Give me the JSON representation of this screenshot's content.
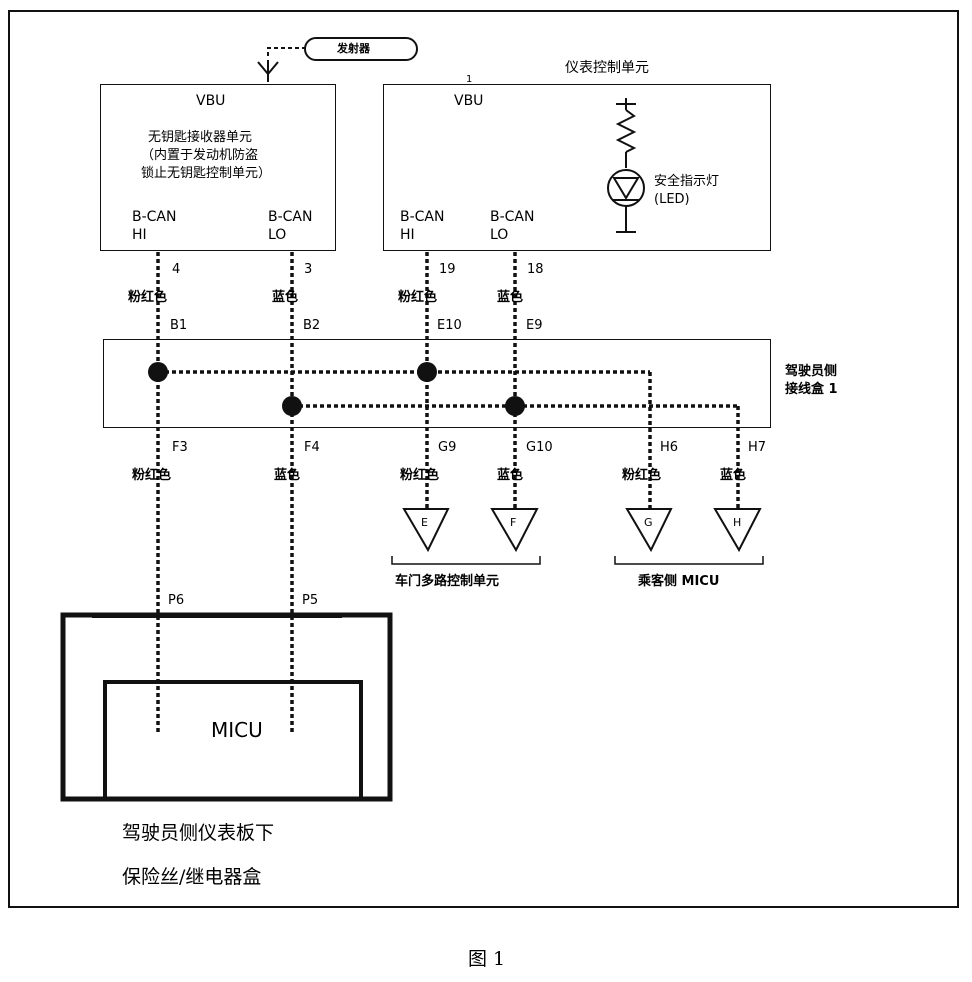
{
  "antenna": {
    "label": "发射器"
  },
  "module_left": {
    "name": "VBU",
    "desc_line1": "无钥匙接收器单元",
    "desc_line2": "（内置于发动机防盗",
    "desc_line3": "锁止无钥匙控制单元）",
    "pin_hi": "B-CAN",
    "pin_hi2": "HI",
    "pin_lo": "B-CAN",
    "pin_lo2": "LO"
  },
  "module_right": {
    "title": "仪表控制单元",
    "mark": "1",
    "name": "VBU",
    "pin_hi": "B-CAN",
    "pin_hi2": "HI",
    "pin_lo": "B-CAN",
    "pin_lo2": "LO",
    "lamp_label1": "安全指示灯",
    "lamp_label2": "(LED)"
  },
  "pins_top": [
    "4",
    "3",
    "19",
    "18"
  ],
  "colors_top": [
    "粉红色",
    "蓝色",
    "粉红色",
    "蓝色"
  ],
  "connectors_top": [
    "B1",
    "B2",
    "E10",
    "E9"
  ],
  "junction": {
    "label1": "驾驶员侧",
    "label2": "接线盒 1"
  },
  "connectors_bottom": [
    "F3",
    "F4",
    "G9",
    "G10",
    "H6",
    "H7"
  ],
  "colors_bottom": [
    "粉红色",
    "蓝色",
    "粉红色",
    "蓝色",
    "粉红色",
    "蓝色"
  ],
  "terminals": [
    "E",
    "F",
    "G",
    "H"
  ],
  "groups": {
    "door": "车门多路控制单元",
    "passenger": "乘客侧 MICU"
  },
  "micu": {
    "pins": [
      "P6",
      "P5"
    ],
    "name": "MICU"
  },
  "fusebox": {
    "line1": "驾驶员侧仪表板下",
    "line2": "保险丝/继电器盒"
  },
  "figure_caption": "图 1"
}
